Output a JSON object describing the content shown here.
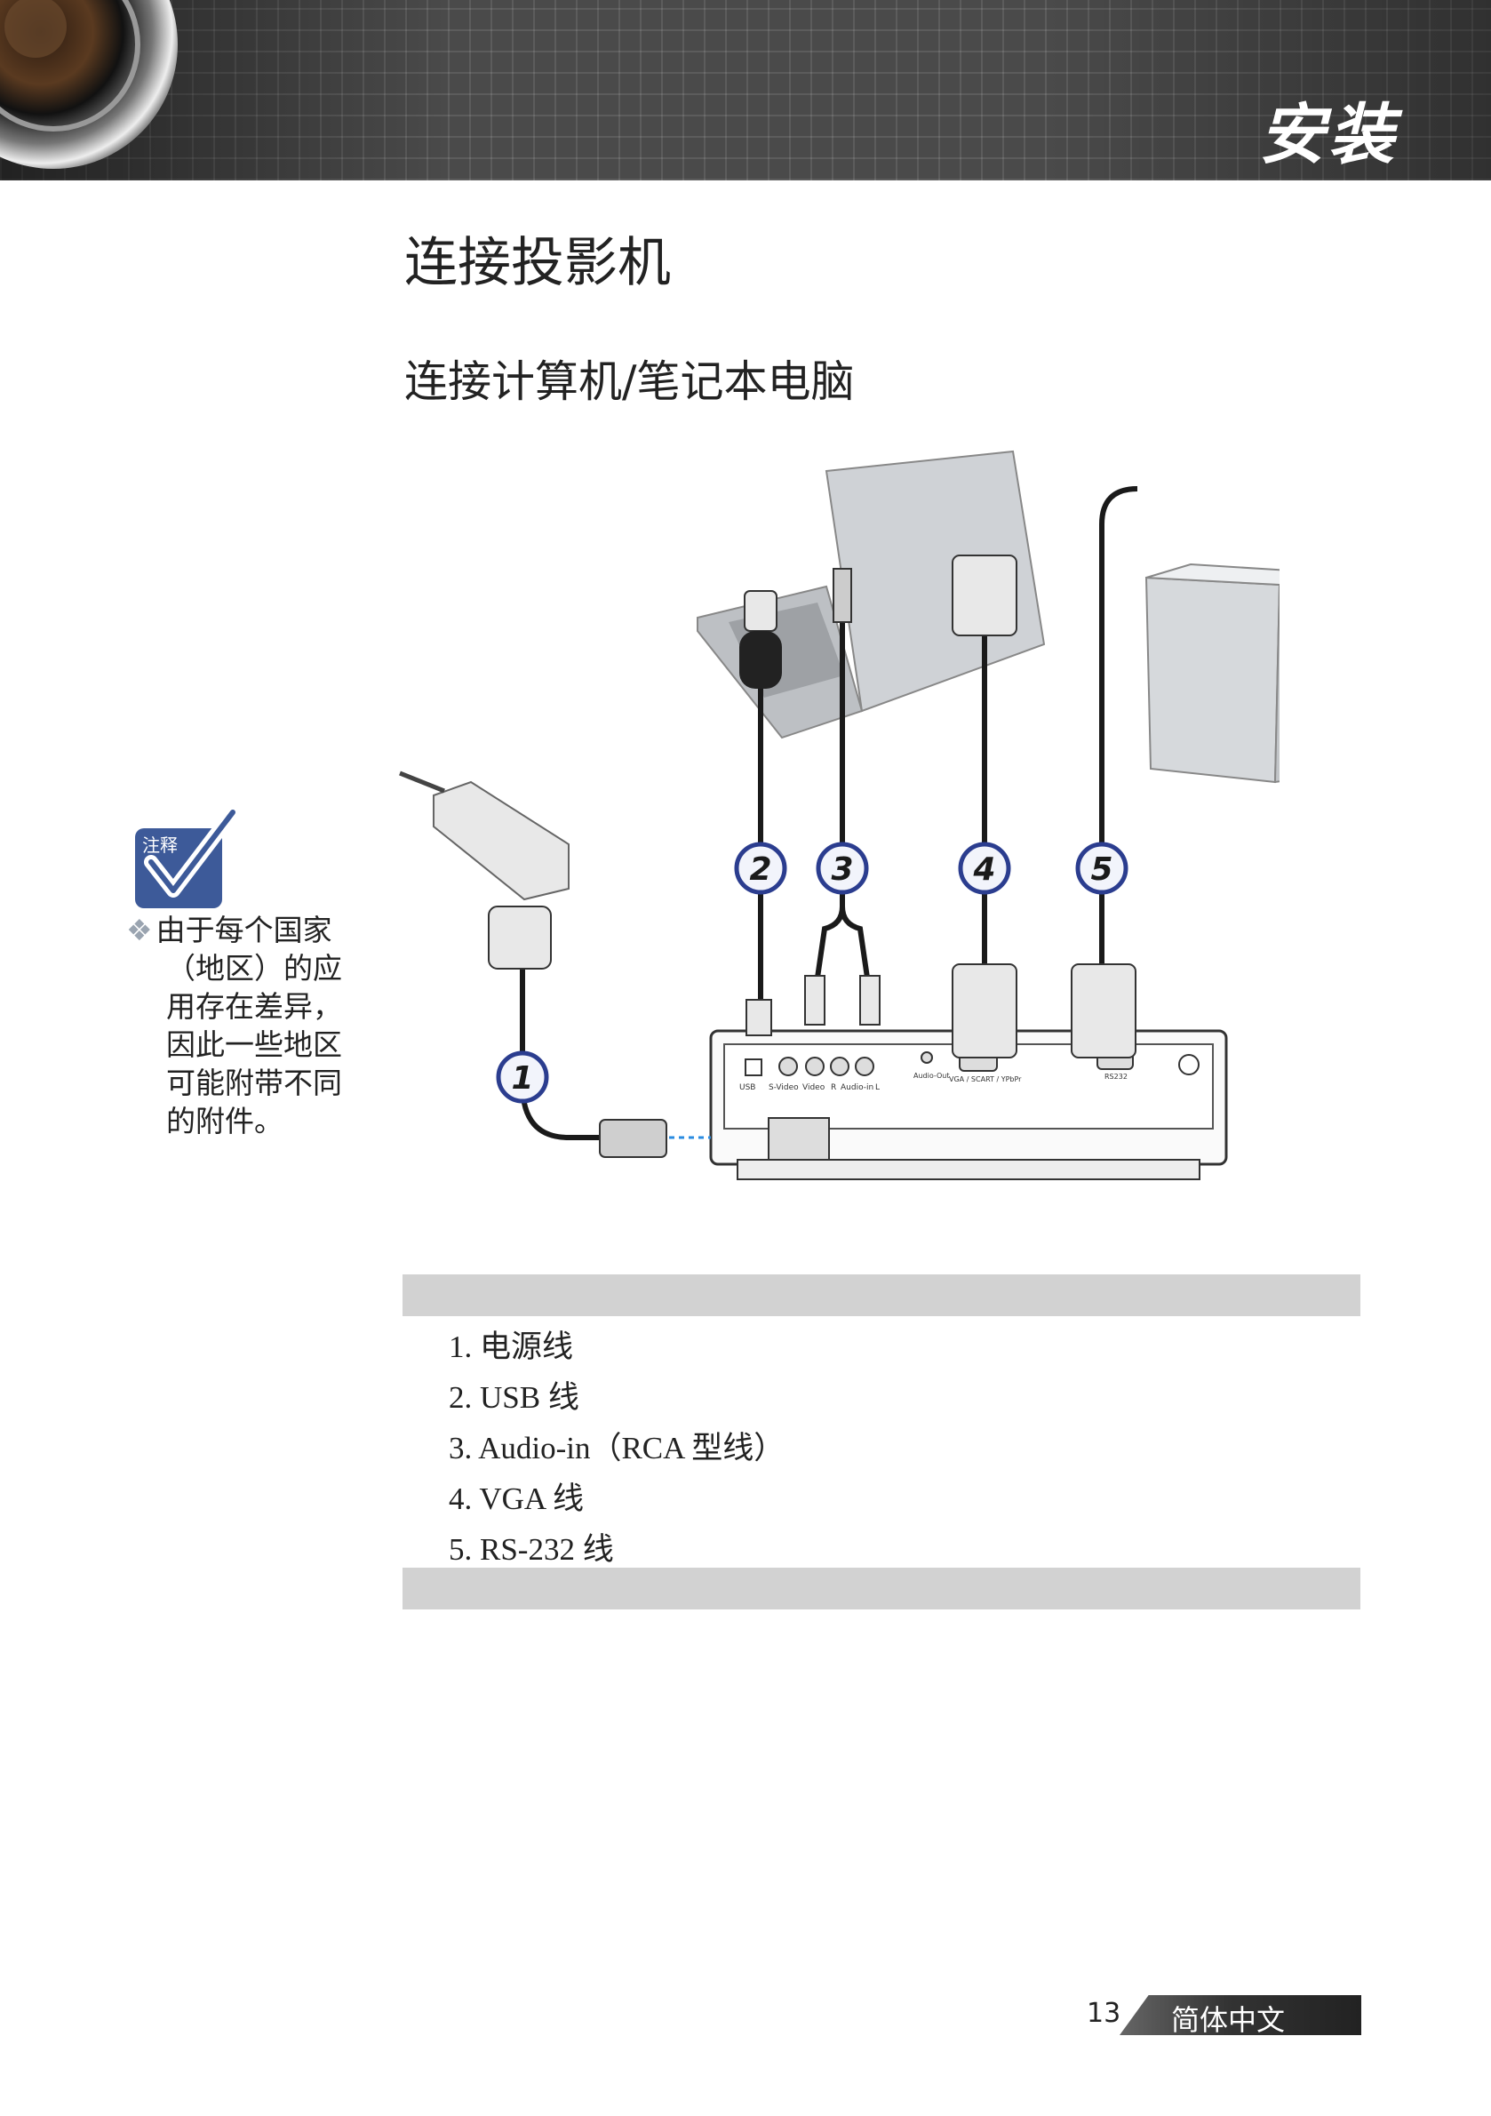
{
  "header": {
    "chapter_title": "安装"
  },
  "page_title": "连接投影机",
  "section_title": "连接计算机/笔记本电脑",
  "note": {
    "icon_label": "注释",
    "lines": [
      "由于每个国家",
      "（地区）的应",
      "用存在差异，",
      "因此一些地区",
      "可能附带不同",
      "的附件。"
    ]
  },
  "diagram": {
    "callouts": [
      "1",
      "2",
      "3",
      "4",
      "5"
    ],
    "port_labels": [
      "USB",
      "S-Video",
      "Video",
      "R",
      "Audio-in",
      "L",
      "Audio-Out",
      "VGA / SCART / YPbPr",
      "RS232"
    ]
  },
  "legend": [
    "1. 电源线",
    "2. USB 线",
    "3. Audio-in（RCA 型线）",
    "4. VGA 线",
    "5. RS-232 线"
  ],
  "footer": {
    "page_number": "13",
    "language": "简体中文"
  },
  "colors": {
    "header_bg": "#4a4a4a",
    "table_bar": "#d2d2d2",
    "callout_ring": "#2b3d8f",
    "note_icon": "#3d5a99"
  }
}
